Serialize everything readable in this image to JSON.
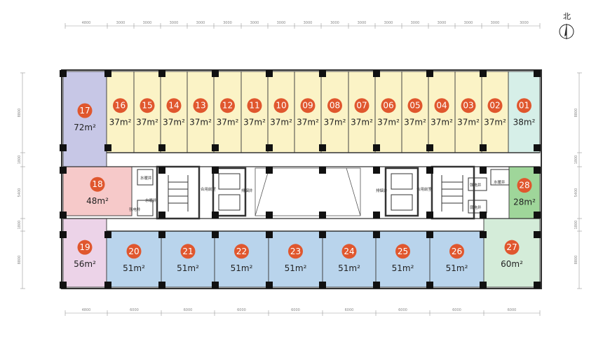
{
  "north_label": "北",
  "dims_top": [
    "4800",
    "3000",
    "3000",
    "3000",
    "3000",
    "3000",
    "3000",
    "3000",
    "3000",
    "3000",
    "3000",
    "3000",
    "3000",
    "3000",
    "3000",
    "3000",
    "3000"
  ],
  "dims_bottom": [
    "4800",
    "6000",
    "6000",
    "6000",
    "6000",
    "6000",
    "6000",
    "6000",
    "6000"
  ],
  "dims_left": [
    "8800",
    "1800",
    "5400",
    "1800",
    "8800"
  ],
  "dims_right": [
    "8800",
    "1800",
    "5400",
    "1800",
    "8800"
  ],
  "units": [
    {
      "no": "17",
      "area": "72m²",
      "color": "#c7c7e6"
    },
    {
      "no": "16",
      "area": "37m²",
      "color": "#fbf3c6"
    },
    {
      "no": "15",
      "area": "37m²",
      "color": "#fbf3c6"
    },
    {
      "no": "14",
      "area": "37m²",
      "color": "#fbf3c6"
    },
    {
      "no": "13",
      "area": "37m²",
      "color": "#fbf3c6"
    },
    {
      "no": "12",
      "area": "37m²",
      "color": "#fbf3c6"
    },
    {
      "no": "11",
      "area": "37m²",
      "color": "#fbf3c6"
    },
    {
      "no": "10",
      "area": "37m²",
      "color": "#fbf3c6"
    },
    {
      "no": "09",
      "area": "37m²",
      "color": "#fbf3c6"
    },
    {
      "no": "08",
      "area": "37m²",
      "color": "#fbf3c6"
    },
    {
      "no": "07",
      "area": "37m²",
      "color": "#fbf3c6"
    },
    {
      "no": "06",
      "area": "37m²",
      "color": "#fbf3c6"
    },
    {
      "no": "05",
      "area": "37m²",
      "color": "#fbf3c6"
    },
    {
      "no": "04",
      "area": "37m²",
      "color": "#fbf3c6"
    },
    {
      "no": "03",
      "area": "37m²",
      "color": "#fbf3c6"
    },
    {
      "no": "02",
      "area": "37m²",
      "color": "#fbf3c6"
    },
    {
      "no": "01",
      "area": "38m²",
      "color": "#d6efe8"
    },
    {
      "no": "18",
      "area": "48m²",
      "color": "#f6c9c9"
    },
    {
      "no": "28",
      "area": "28m²",
      "color": "#9fd69a"
    },
    {
      "no": "19",
      "area": "56m²",
      "color": "#ecd3e8"
    },
    {
      "no": "20",
      "area": "51m²",
      "color": "#b9d4ec"
    },
    {
      "no": "21",
      "area": "51m²",
      "color": "#b9d4ec"
    },
    {
      "no": "22",
      "area": "51m²",
      "color": "#b9d4ec"
    },
    {
      "no": "23",
      "area": "51m²",
      "color": "#b9d4ec"
    },
    {
      "no": "24",
      "area": "51m²",
      "color": "#b9d4ec"
    },
    {
      "no": "25",
      "area": "51m²",
      "color": "#b9d4ec"
    },
    {
      "no": "26",
      "area": "51m²",
      "color": "#b9d4ec"
    },
    {
      "no": "27",
      "area": "60m²",
      "color": "#d4ecd9"
    }
  ],
  "labels": {
    "water_shaft_1": "水暖井",
    "water_shaft_2": "水暖井",
    "water_shaft_3": "水暖井",
    "elec_shaft_1": "强电井",
    "elec_shaft_2": "强电井",
    "weak_shaft_1": "弱电井",
    "lobby_1": "合用前室",
    "lobby_2": "合用前室",
    "smoke_shaft_1": "排烟井",
    "smoke_shaft_2": "排烟井"
  },
  "colors": {
    "badge": "#e0572e",
    "wall": "#333333",
    "column": "#111111"
  }
}
